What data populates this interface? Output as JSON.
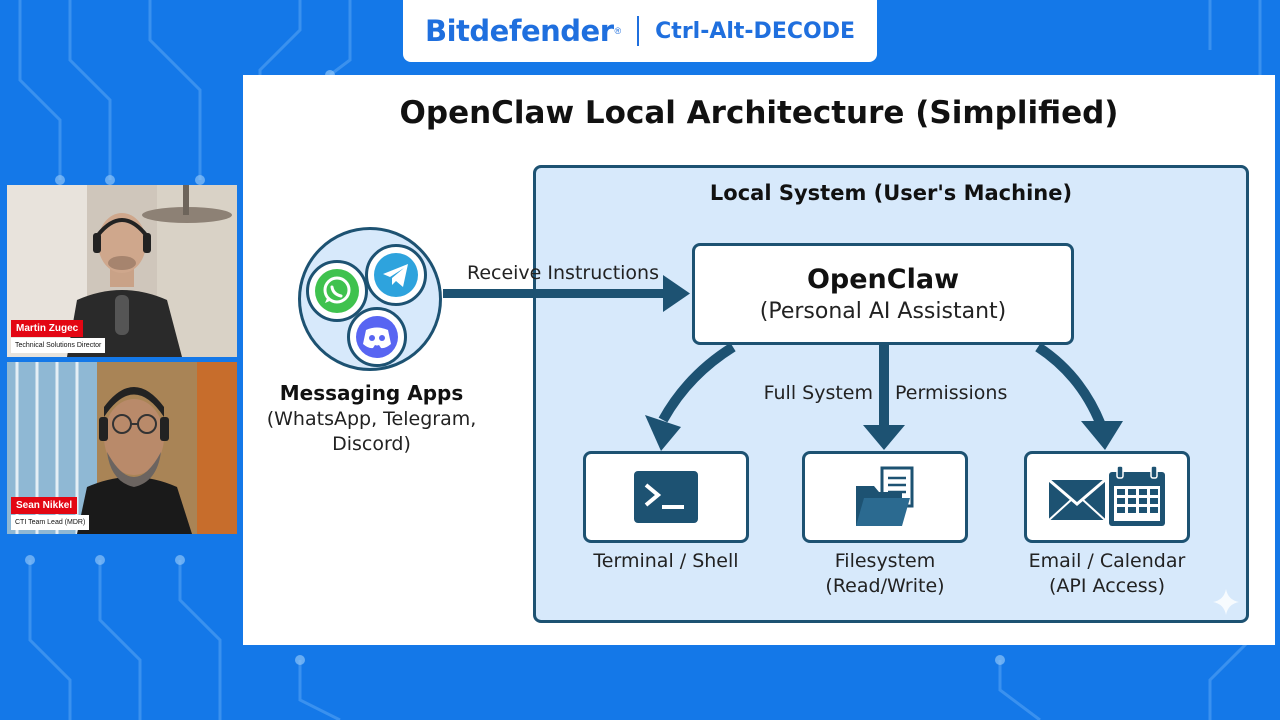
{
  "banner": {
    "brand": "Bitdefender",
    "brand_mark": "®",
    "show_name": "Ctrl-Alt-DECODE"
  },
  "slide": {
    "title": "OpenClaw Local Architecture (Simplified)",
    "local_system_label": "Local System (User's Machine)",
    "openclaw": {
      "title": "OpenClaw",
      "subtitle": "(Personal AI Assistant)"
    },
    "messaging": {
      "title": "Messaging Apps",
      "line1": "(WhatsApp, Telegram,",
      "line2": "Discord)",
      "apps": [
        {
          "icon": "whatsapp-icon",
          "color": "#3fc24e"
        },
        {
          "icon": "telegram-icon",
          "color": "#2ea3dd"
        },
        {
          "icon": "discord-icon",
          "color": "#5865f2"
        }
      ]
    },
    "receive_label": "Receive Instructions",
    "permissions_left": "Full System",
    "permissions_right": "Permissions",
    "tools": [
      {
        "icon": "terminal-icon",
        "line1": "Terminal / Shell",
        "line2": ""
      },
      {
        "icon": "folder-document-icon",
        "line1": "Filesystem",
        "line2": "(Read/Write)"
      },
      {
        "icon": "email-calendar-icon",
        "line1": "Email / Calendar",
        "line2": "(API Access)"
      }
    ],
    "colors": {
      "box_border": "#1d5272",
      "box_fill": "#d7e9fb",
      "icon_dark": "#1d5272"
    }
  },
  "participants": [
    {
      "name": "Martin Zugec",
      "role": "Technical Solutions Director"
    },
    {
      "name": "Sean Nikkel",
      "role": "CTI Team Lead (MDR)"
    }
  ],
  "theme": {
    "background": "#1478e8",
    "banner_text": "#1f6fde",
    "name_tag": "#e30613"
  }
}
